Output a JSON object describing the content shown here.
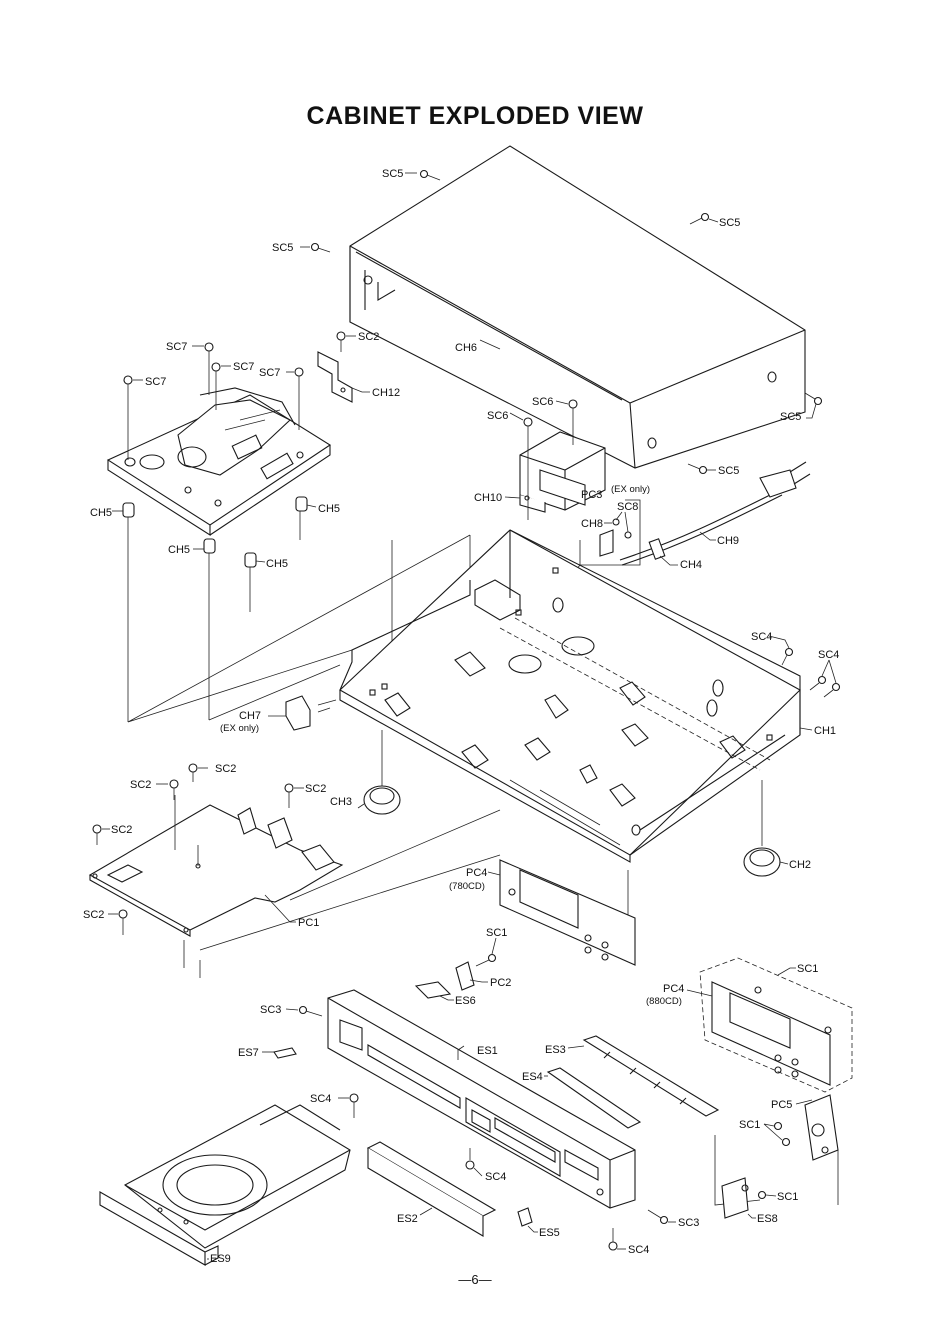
{
  "title": "CABINET EXPLODED VIEW",
  "page_number": "—6—",
  "callouts": [
    {
      "id": "sc5-a",
      "text": "SC5"
    },
    {
      "id": "sc5-b",
      "text": "SC5"
    },
    {
      "id": "sc5-c",
      "text": "SC5"
    },
    {
      "id": "sc5-d",
      "text": "SC5"
    },
    {
      "id": "sc5-e",
      "text": "SC5"
    },
    {
      "id": "ch6",
      "text": "CH6"
    },
    {
      "id": "sc2-a",
      "text": "SC2"
    },
    {
      "id": "sc7-a",
      "text": "SC7"
    },
    {
      "id": "sc7-b",
      "text": "SC7"
    },
    {
      "id": "sc7-c",
      "text": "SC7"
    },
    {
      "id": "sc7-d",
      "text": "SC7"
    },
    {
      "id": "ch12",
      "text": "CH12"
    },
    {
      "id": "sc6-a",
      "text": "SC6"
    },
    {
      "id": "sc6-b",
      "text": "SC6"
    },
    {
      "id": "ch10",
      "text": "CH10"
    },
    {
      "id": "pc3",
      "text": "PC3"
    },
    {
      "id": "ex-only-a",
      "text": "(EX only)"
    },
    {
      "id": "sc8",
      "text": "SC8"
    },
    {
      "id": "ch8",
      "text": "CH8"
    },
    {
      "id": "ch9",
      "text": "CH9"
    },
    {
      "id": "ch4",
      "text": "CH4"
    },
    {
      "id": "ch5-a",
      "text": "CH5"
    },
    {
      "id": "ch5-b",
      "text": "CH5"
    },
    {
      "id": "ch5-c",
      "text": "CH5"
    },
    {
      "id": "ch5-d",
      "text": "CH5"
    },
    {
      "id": "sc4-a",
      "text": "SC4"
    },
    {
      "id": "sc4-b",
      "text": "SC4"
    },
    {
      "id": "ch1",
      "text": "CH1"
    },
    {
      "id": "ch7",
      "text": "CH7"
    },
    {
      "id": "ex-only-b",
      "text": "(EX only)"
    },
    {
      "id": "sc2-b",
      "text": "SC2"
    },
    {
      "id": "sc2-c",
      "text": "SC2"
    },
    {
      "id": "sc2-d",
      "text": "SC2"
    },
    {
      "id": "sc2-e",
      "text": "SC2"
    },
    {
      "id": "sc2-f",
      "text": "SC2"
    },
    {
      "id": "ch3",
      "text": "CH3"
    },
    {
      "id": "ch2",
      "text": "CH2"
    },
    {
      "id": "pc1",
      "text": "PC1"
    },
    {
      "id": "pc4-a",
      "text": "PC4"
    },
    {
      "id": "cd780",
      "text": "(780CD)"
    },
    {
      "id": "sc1-a",
      "text": "SC1"
    },
    {
      "id": "pc2",
      "text": "PC2"
    },
    {
      "id": "es6",
      "text": "ES6"
    },
    {
      "id": "pc4-b",
      "text": "PC4"
    },
    {
      "id": "cd880",
      "text": "(880CD)"
    },
    {
      "id": "sc1-b",
      "text": "SC1"
    },
    {
      "id": "sc3-a",
      "text": "SC3"
    },
    {
      "id": "es7",
      "text": "ES7"
    },
    {
      "id": "es1",
      "text": "ES1"
    },
    {
      "id": "es3",
      "text": "ES3"
    },
    {
      "id": "es4",
      "text": "ES4"
    },
    {
      "id": "sc4-c",
      "text": "SC4"
    },
    {
      "id": "pc5",
      "text": "PC5"
    },
    {
      "id": "sc1-c",
      "text": "SC1"
    },
    {
      "id": "sc1-d",
      "text": "SC1"
    },
    {
      "id": "es8",
      "text": "ES8"
    },
    {
      "id": "sc4-d",
      "text": "SC4"
    },
    {
      "id": "sc3-b",
      "text": "SC3"
    },
    {
      "id": "es5",
      "text": "ES5"
    },
    {
      "id": "sc4-e",
      "text": "SC4"
    },
    {
      "id": "es2",
      "text": "ES2"
    },
    {
      "id": "es9",
      "text": "ES9"
    }
  ]
}
